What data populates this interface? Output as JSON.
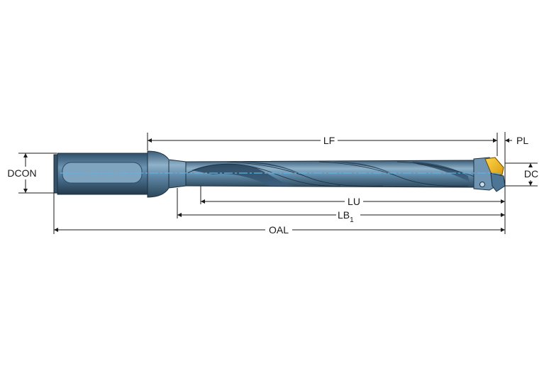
{
  "dimensions": {
    "lf": "LF",
    "pl": "PL",
    "dcon": "DCON",
    "dc": "DC",
    "lu": "LU",
    "lb": "LB",
    "lb_sub": "1",
    "oal": "OAL"
  },
  "colors": {
    "background": "#ffffff",
    "tool_body": "#4f7898",
    "tool_body_light": "#86aac4",
    "tool_body_dark": "#2c4a62",
    "shank": "#446983",
    "insert": "#f2b51c",
    "centerline": "#5bb4e8",
    "dimension_line": "#1a1a1a"
  }
}
